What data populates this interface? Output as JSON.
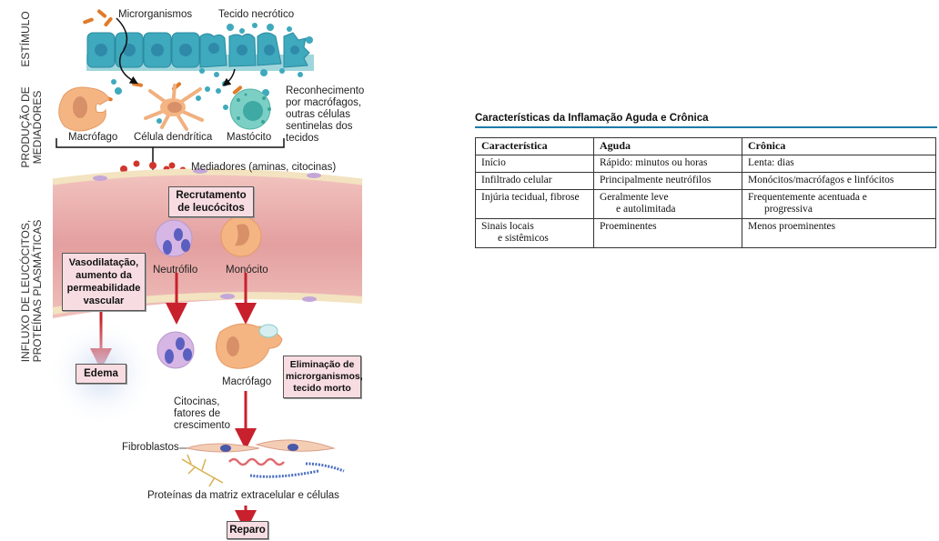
{
  "diagram": {
    "side_labels": {
      "stimulus": "ESTÍMULO",
      "mediators_line1": "PRODUÇÃO DE",
      "mediators_line2": "MEDIADORES",
      "influx_line1": "INFLUXO DE LEUCÓCITOS,",
      "influx_line2": "PROTEÍNAS PLASMÁTICAS"
    },
    "labels": {
      "microorganisms": "Microrganismos",
      "necrotic_tissue": "Tecido necrótico",
      "macrophage": "Macrófago",
      "dendritic_cell": "Célula dendrítica",
      "mast_cell": "Mastócito",
      "recognition": [
        "Reconhecimento",
        "por macrófagos,",
        "outras células",
        "sentinelas dos",
        "tecidos"
      ],
      "mediators": "Mediadores (aminas, citocinas)",
      "neutrophil": "Neutrófilo",
      "monocyte": "Monócito",
      "macrophage_2": "Macrófago",
      "cytokines": [
        "Citocinas,",
        "fatores de",
        "crescimento"
      ],
      "fibroblasts": "Fibroblastos",
      "ecm_proteins": "Proteínas da matriz extracelular e células"
    },
    "boxes": {
      "recruitment": [
        "Recrutamento",
        "de leucócitos"
      ],
      "vasodilation": [
        "Vasodilatação,",
        "aumento da",
        "permeabilidade",
        "vascular"
      ],
      "edema": "Edema",
      "elimination": [
        "Eliminação de",
        "microrganismos,",
        "tecido morto"
      ],
      "repair": "Reparo"
    },
    "colors": {
      "arrow_red": "#c8202c",
      "box_fill": "#f7dde2",
      "epithelium": "#3fa9bd",
      "vessel": "#e8a8a8"
    }
  },
  "table": {
    "title": "Características da Inflamação Aguda e Crônica",
    "headers": [
      "Característica",
      "Aguda",
      "Crônica"
    ],
    "rows": [
      {
        "c1": "Início",
        "c1b": "",
        "c2": "Rápido: minutos ou horas",
        "c2b": "",
        "c3": "Lenta: dias",
        "c3b": ""
      },
      {
        "c1": "Infiltrado celular",
        "c1b": "",
        "c2": "Principalmente neutrófilos",
        "c2b": "",
        "c3": "Monócitos/macrófagos e linfócitos",
        "c3b": ""
      },
      {
        "c1": "Injúria tecidual, fibrose",
        "c1b": "",
        "c2": "Geralmente leve",
        "c2b": "e autolimitada",
        "c3": "Frequentemente acentuada e",
        "c3b": "progressiva"
      },
      {
        "c1": "Sinais locais",
        "c1b": "e sistêmicos",
        "c2": "Proeminentes",
        "c2b": "",
        "c3": "Menos proeminentes",
        "c3b": ""
      }
    ],
    "accent_color": "#1c7aa8"
  }
}
